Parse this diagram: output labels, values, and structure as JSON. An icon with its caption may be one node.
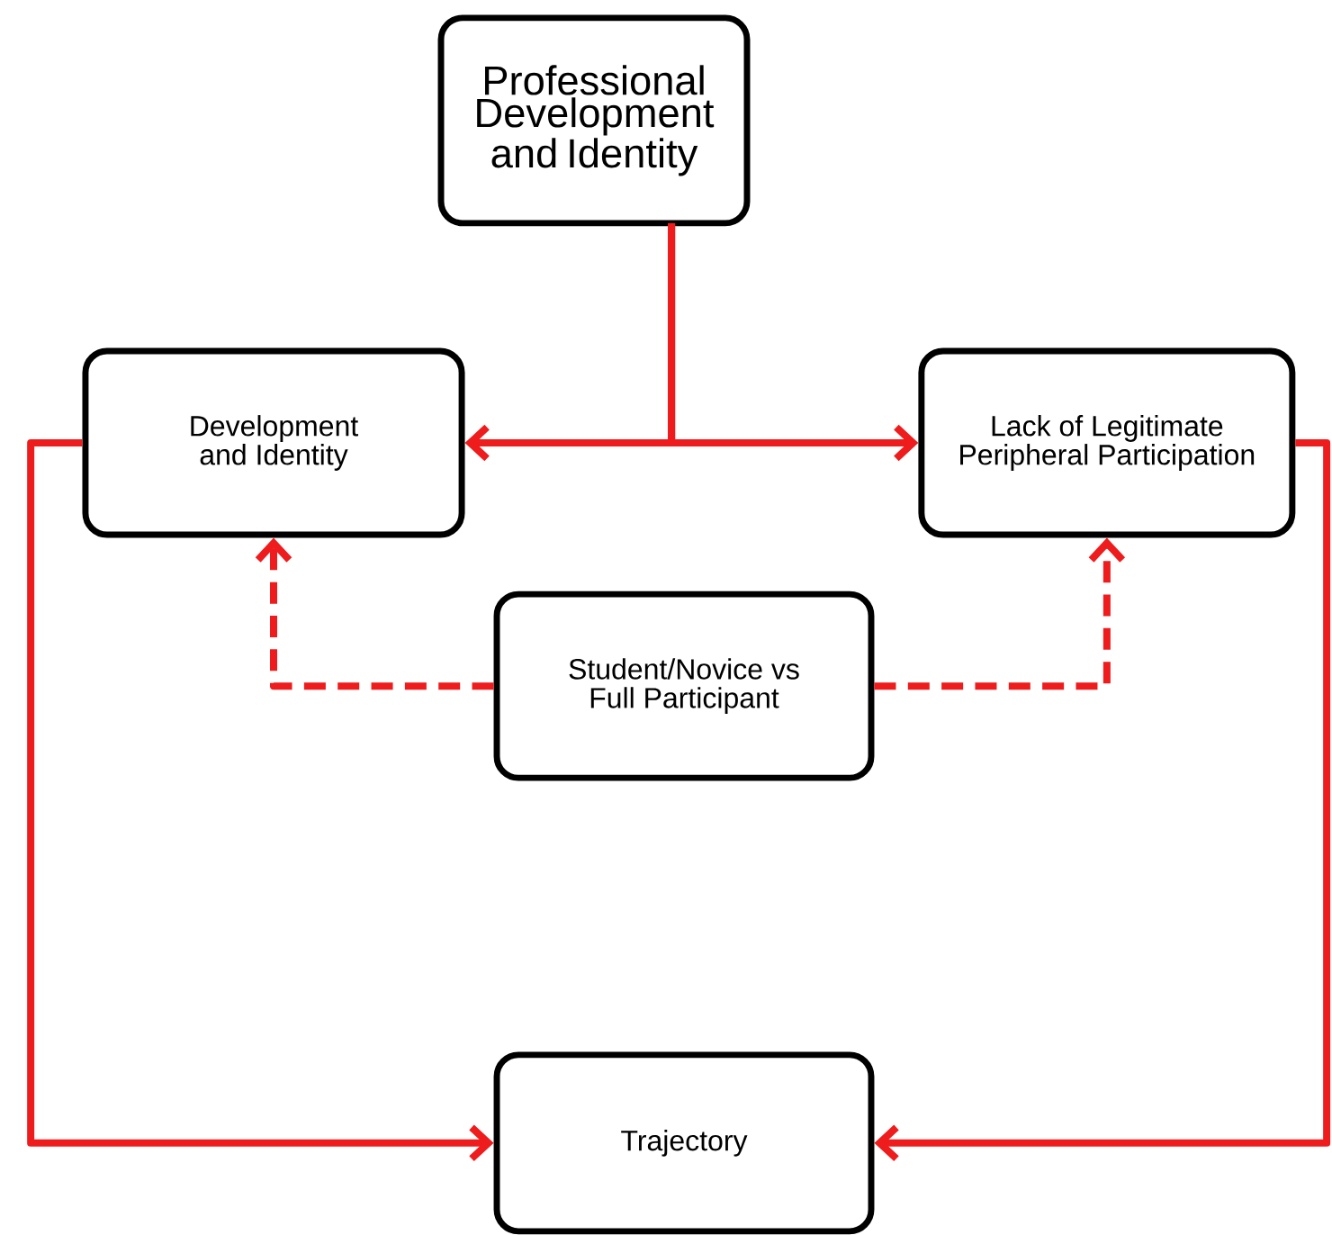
{
  "diagram": {
    "nodes": [
      {
        "text": [
          "Professional Development and Identity"
        ]
      },
      {
        "text": [
          "Development and Identity"
        ]
      },
      {
        "text": [
          "Lack of Legitimate Peripheral Participation"
        ]
      },
      {
        "text": [
          "Student/Novice vs Full Participant"
        ]
      },
      {
        "text": [
          "Trajectory"
        ]
      }
    ],
    "edges": [
      {
        "from": 0,
        "to": 1,
        "arrow": "to"
      },
      {
        "from": 0,
        "to": 2,
        "arrow": "to"
      },
      {
        "from": 3,
        "to": 1,
        "arrow": "to",
        "style": "dashed"
      },
      {
        "from": 3,
        "to": 2,
        "arrow": "to",
        "style": "dashed"
      },
      {
        "from": 1,
        "to": 4,
        "arrow": "to"
      },
      {
        "from": 2,
        "to": 4,
        "arrow": "to"
      }
    ]
  }
}
